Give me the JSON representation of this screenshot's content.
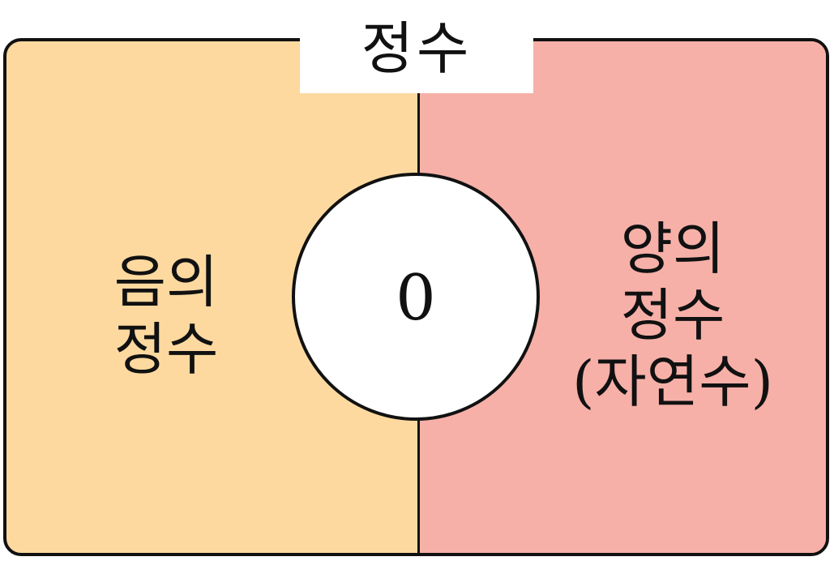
{
  "title": "정수",
  "left_region": {
    "lines": [
      "음의",
      "정수"
    ]
  },
  "center": {
    "value": "0"
  },
  "right_region": {
    "lines": [
      "양의",
      "정수",
      "(자연수)"
    ]
  },
  "colors": {
    "left_fill": "#fdd9a0",
    "right_fill": "#f6b0a8",
    "border": "#111111",
    "background": "#ffffff"
  }
}
